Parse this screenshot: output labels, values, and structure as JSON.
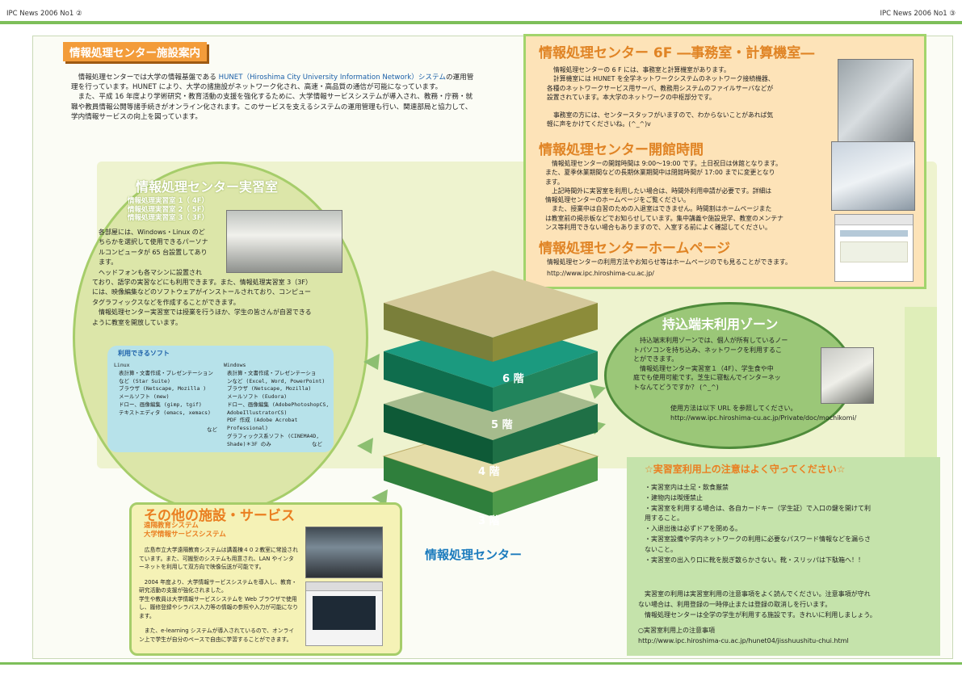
{
  "header": {
    "left": "IPC News 2006 No1 ②",
    "right": "IPC News 2006 No1 ③"
  },
  "intro": {
    "tag": "情報処理センター施設案内",
    "p1_a": "情報処理センターでは大学の情報基盤である ",
    "p1_link": "HUNET（Hiroshima City University Information Network）システム",
    "p1_b": "の運用管理を行っています。HUNET により、大学の諸施設がネットワーク化され、高速・高品質の通信が可能になっています。",
    "p2": "また、平成 16 年度より学術研究・教育活動の支援を強化するために、大学情報サービスシステムが導入され、教務・庁務・就職や教員情報公開等諸手続きがオンライン化されます。このサービスを支えるシステムの運用管理も行い、関連部局と協力して、学内情報サービスの向上を図っています。"
  },
  "sixf": {
    "title": "情報処理センター 6F ―事務室・計算機室―",
    "l1": "情報処理センターの 6 F には、事務室と計算機室があります。",
    "l2": "計算機室には HUNET を全学ネットワークシステムのネットワーク接続機器、",
    "l3": "各種のネットワークサービス用サーバ、教務用システムのファイルサーバなどが",
    "l4": "設置されています。本大学のネットワークの中枢部分です。",
    "l5": "事務室の方には、センタースタッフがいますので、わからないことがあれば気",
    "l6": "軽に声をかけてくださいね。(^_^)v",
    "hours_title": "情報処理センター開館時間",
    "h1": "情報処理センターの開館時間は 9:00〜19:00 です。土日祝日は休館となります。",
    "h2": "また、夏季休業期間などの長期休業期間中は閉館時間が 17:00 までに変更となり",
    "h3": "ます。",
    "h4": "上記時間外に実習室を利用したい場合は、時間外利用申請が必要です。詳細は",
    "h5": "情報処理センターのホームページをご覧ください。",
    "h6": "また、授業中は自習のための入退室はできません。時間割はホームページまた",
    "h7": "は教室前の掲示板などでお知らせしています。集中講義や施設見学、教室のメンテナ",
    "h8": "ンス等利用できない場合もありますので、入室する前によく確認してください。",
    "hp_title": "情報処理センターホームページ",
    "hp1": "情報処理センターの利用方法やお知らせ等はホームページのでも見ることができます。",
    "hp_url": "http://www.ipc.hiroshima-cu.ac.jp/"
  },
  "practice": {
    "title": "情報処理センター実習室",
    "room1": "情報処理実習室 1（ 4F）",
    "room2": "情報処理実習室 2（ 5F）",
    "room3": "情報処理実習室 3（ 3F）",
    "b1": "各部屋には、Windows・Linux のど",
    "b2": "ちらかを選択して使用できるパーソナ",
    "b3": "ルコンピュータが 65 台設置してあり",
    "b4": "ます。",
    "b5": "ヘッドフォンも各マシンに設置され",
    "b6": "ており、語学の実習などにも利用できます。また、情報処理実習室 3（3F）",
    "b7": "には、映像編集などのソフトウェアがインストールされており、コンピュー",
    "b8": "タグラフィックスなどを作成することができます。",
    "b9": "情報処理センター実習室では授業を行うほか、学生の皆さんが自習できる",
    "b10": "ように教室を開放しています。"
  },
  "software": {
    "title": "利用できるソフト",
    "linux_head": "Linux",
    "linux": [
      "表計算・文書作成・プレゼンテーション",
      "など (Star Suite)",
      "ブラウザ (Netscape, Mozilla )",
      "メールソフト (mew)",
      "ドロー、画像編集 (gimp, tgif)",
      "テキストエディタ (emacs, xemacs)"
    ],
    "linux_etc": "など",
    "win_head": "Windows",
    "win": [
      "表計算・文書作成・プレゼンテーショ",
      "ンなど (Excel, Word, PowerPoint)",
      "ブラウザ (Netscape, Mozilla)",
      "メールソフト (Eudora)",
      "ドロー、画像編集 (AdobePhotoshopCS,",
      "AdobeIllustratorCS)",
      "PDF 作成 (Adobe Acrobat",
      "Professional)",
      "グラフィックス系ソフト (CINEMA4D,",
      "Shade)＊3F のみ"
    ],
    "win_etc": "など"
  },
  "building": {
    "floors": [
      "6 階",
      "5 階",
      "4 階",
      "3 階"
    ],
    "caption": "情報処理センター",
    "colors": [
      "#d7cc96",
      "#1f9a82",
      "#9fb685",
      "#0e6b41",
      "#e0d6a6",
      "#3b8c3e"
    ]
  },
  "mochikomi": {
    "title": "持込端末利用ゾーン",
    "l1": "持込端末利用ゾーンでは、個人が所有しているノー",
    "l2": "トパソコンを持ち込み、ネットワークを利用するこ",
    "l3": "とができます。",
    "l4": "情報処理センター実習室１（4F）、学生食や中",
    "l5": "庭でも使用可能です。芝生に寝転んでインターネッ",
    "l6": "トなんてどうですか？ (^_^)",
    "l7": "使用方法は以下 URL を参照してください。",
    "url": "http://www.ipc.hiroshima-cu.ac.jp/Private/doc/mochikomi/"
  },
  "rules": {
    "title": "☆実習室利用上の注意はよく守ってください☆",
    "r1": "・実習室内は土足・飲食厳禁",
    "r2": "・建物内は喫煙禁止",
    "r3a": "・実習室を利用する場合は、各自カードキー（学生証）で入口の鍵を開けて利",
    "r3b": "用すること。",
    "r4": "・入退出後は必ずドアを閉める。",
    "r5a": "・実習室設備や学内ネットワークの利用に必要なパスワード情報などを漏らさ",
    "r5b": "ないこと。",
    "r6": "・実習室の出入り口に靴を脱ぎ散らかさない。靴・スリッパは下駄箱へ！！",
    "e1": "実習室の利用は実習室利用の注意事項をよく読んでください。注意事項が守れ",
    "e2": "ない場合は、利用登録の一時停止または登録の取消しを行います。",
    "e3": "情報処理センターは全学の学生が利用する施設です。きれいに利用しましょう。",
    "e4": "○実習室利用上の注意事項",
    "url": "http://www.ipc.hiroshima-cu.ac.jp/hunet04/jisshuushitu-chui.html"
  },
  "others": {
    "title": "その他の施設・サービス",
    "sub1": "遠隔教育システム",
    "sub2": "大学情報サービスシステム",
    "p1": "広島市立大学遠隔教育システムは講義棟４０２教室に常設されています。また、可搬型のシステムも用意され、LAN やインターネットを利用して双方向で映像伝送が可能です。",
    "p2": "2004 年度より、大学情報サービスシステムを導入し、教育・研究活動の支援が強化されました。",
    "p3": "学生や教員は大学情報サービスシステムを Web ブラウザで使用し、履修登録やシラバス入力等の情報の参照や入力が可能になります。",
    "p4": "また、e-learning システムが導入されているので、オンライン上で学生が自分のペースで自由に学習することができます。"
  }
}
